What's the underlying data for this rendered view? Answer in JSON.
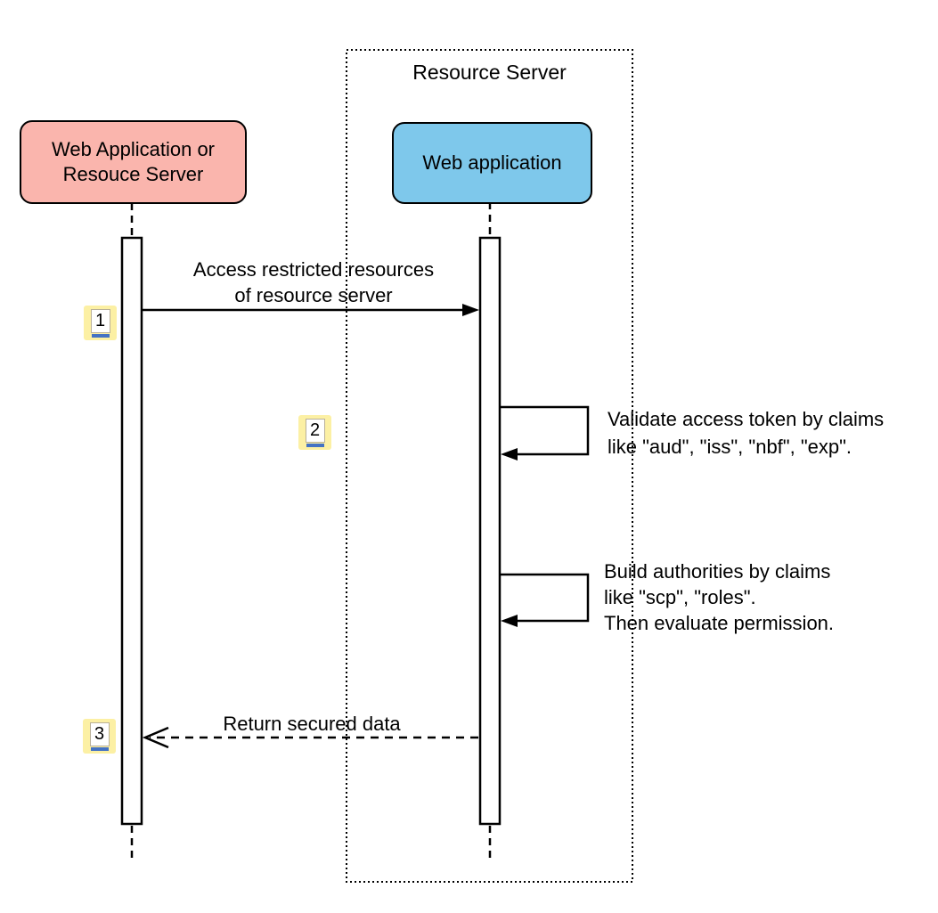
{
  "container": {
    "title": "Resource Server"
  },
  "actors": {
    "client": {
      "label": "Web Application or\nResouce Server",
      "fill": "#fab5ad"
    },
    "server": {
      "label": "Web application",
      "fill": "#7ec8eb"
    }
  },
  "messages": {
    "m1": {
      "seq": "1",
      "label": "Access restricted resources\nof resource server",
      "style": "solid-arrow"
    },
    "m2": {
      "seq": "2",
      "label": "Validate access token by claims\nlike \"aud\", \"iss\", \"nbf\", \"exp\".",
      "style": "self-message"
    },
    "m3": {
      "label": "Build authorities by claims\nlike \"scp\", \"roles\".\nThen evaluate permission.",
      "style": "self-message"
    },
    "m4": {
      "seq": "3",
      "label": "Return secured data",
      "style": "dashed-return-arrow"
    }
  },
  "colors": {
    "badge_bg": "#fcf0a4",
    "badge_underline": "#4472c4",
    "stroke": "#000000"
  }
}
